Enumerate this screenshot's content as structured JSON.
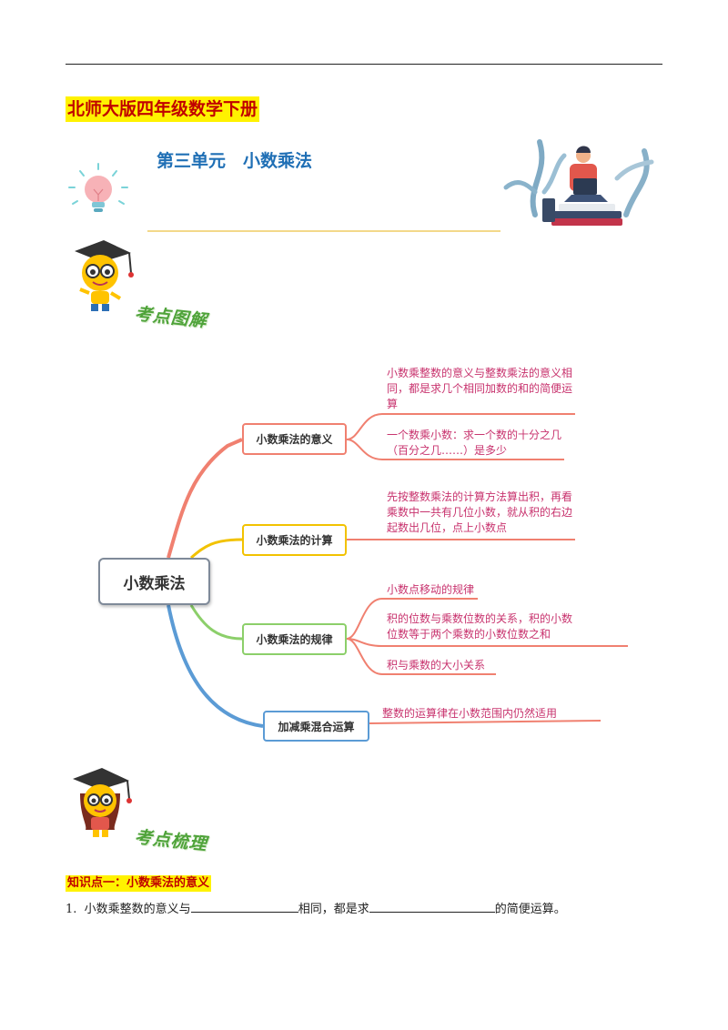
{
  "header": {
    "book_title": "北师大版四年级数学下册",
    "unit_title": "第三单元　小数乘法"
  },
  "sections": {
    "diagram_heading": "考点图解",
    "review_heading": "考点梳理"
  },
  "mindmap": {
    "root": "小数乘法",
    "branches": [
      {
        "label": "小数乘法的意义",
        "color": "#f08070",
        "leaves": [
          "小数乘整数的意义与整数乘法的意义相同，都是求几个相同加数的和的简便运算",
          "一个数乘小数：求一个数的十分之几（百分之几……）是多少"
        ]
      },
      {
        "label": "小数乘法的计算",
        "color": "#f2c200",
        "leaves": [
          "先按整数乘法的计算方法算出积，再看乘数中一共有几位小数，就从积的右边起数出几位，点上小数点"
        ]
      },
      {
        "label": "小数乘法的规律",
        "color": "#8ccf6a",
        "leaves": [
          "小数点移动的规律",
          "积的位数与乘数位数的关系，积的小数位数等于两个乘数的小数位数之和",
          "积与乘数的大小关系"
        ]
      },
      {
        "label": "加减乘混合运算",
        "color": "#5b9bd5",
        "leaves": [
          "整数的运算律在小数范围内仍然适用"
        ]
      }
    ],
    "leaf_color": "#c8336e"
  },
  "knowledge_point": {
    "title": "知识点一：小数乘法的意义",
    "question": {
      "number": "1.",
      "part1": "小数乘整数的意义与",
      "part2": "相同，都是求",
      "part3": "的简便运算。"
    }
  },
  "icons": [
    "lightbulb-icon",
    "doctor-cap-boy-mascot",
    "doctor-cap-girl-mascot",
    "person-laptop-illustration"
  ]
}
